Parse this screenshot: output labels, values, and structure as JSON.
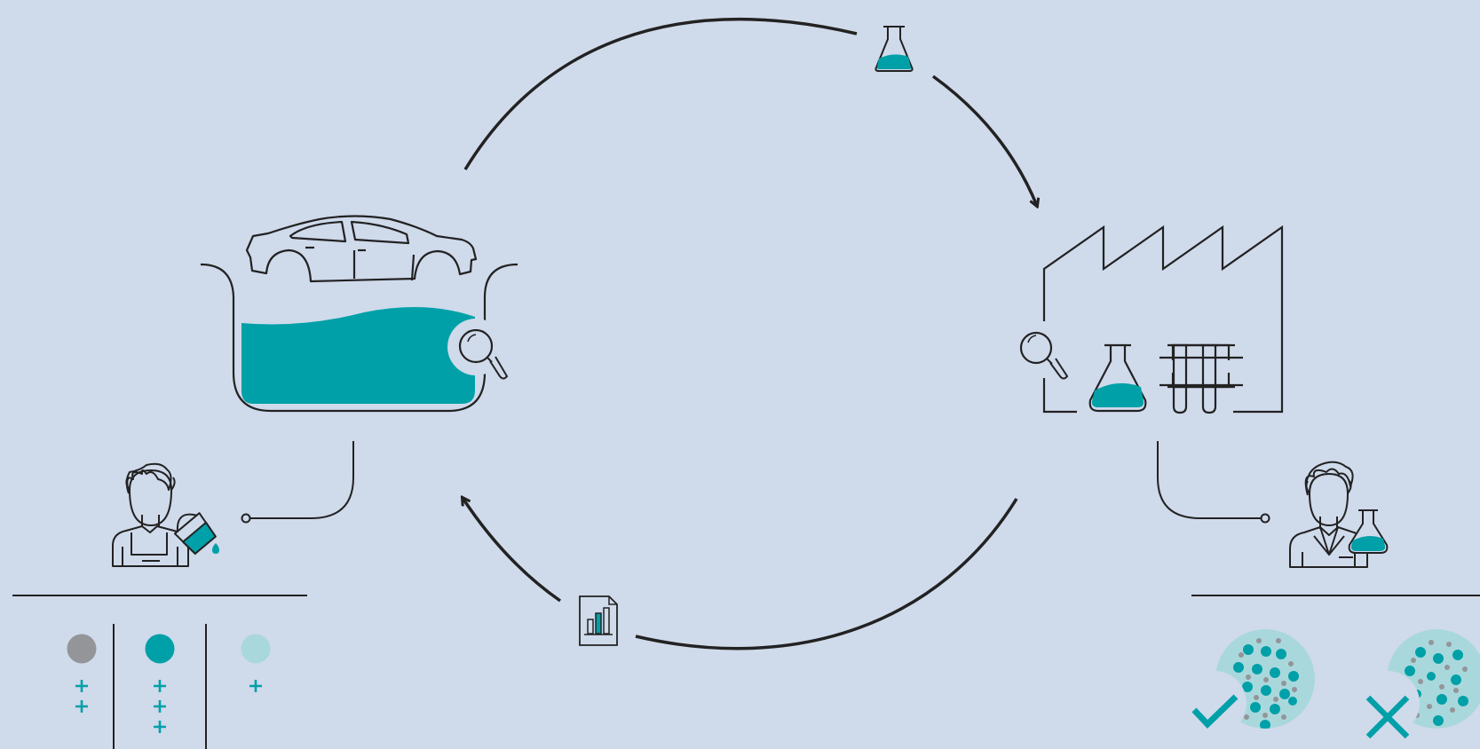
{
  "colors": {
    "background": "#cfdaeb",
    "stroke": "#222222",
    "teal": "#00a0a8",
    "light_teal": "#a9d8dc",
    "grey": "#939598"
  },
  "icons": [
    "flask-icon",
    "car-body-icon",
    "dip-tank-icon",
    "magnifier-icon",
    "factory-icon",
    "test-tubes-icon",
    "worker-with-bucket-icon",
    "scientist-with-flask-icon",
    "report-chart-icon",
    "check-icon",
    "cross-icon"
  ],
  "legend": {
    "columns": [
      {
        "dot_color": "#939598",
        "plus_count": 2
      },
      {
        "dot_color": "#00a0a8",
        "plus_count": 3
      },
      {
        "dot_color": "#a9d8dc",
        "plus_count": 1
      }
    ]
  },
  "results": [
    {
      "status": "pass"
    },
    {
      "status": "fail"
    }
  ]
}
